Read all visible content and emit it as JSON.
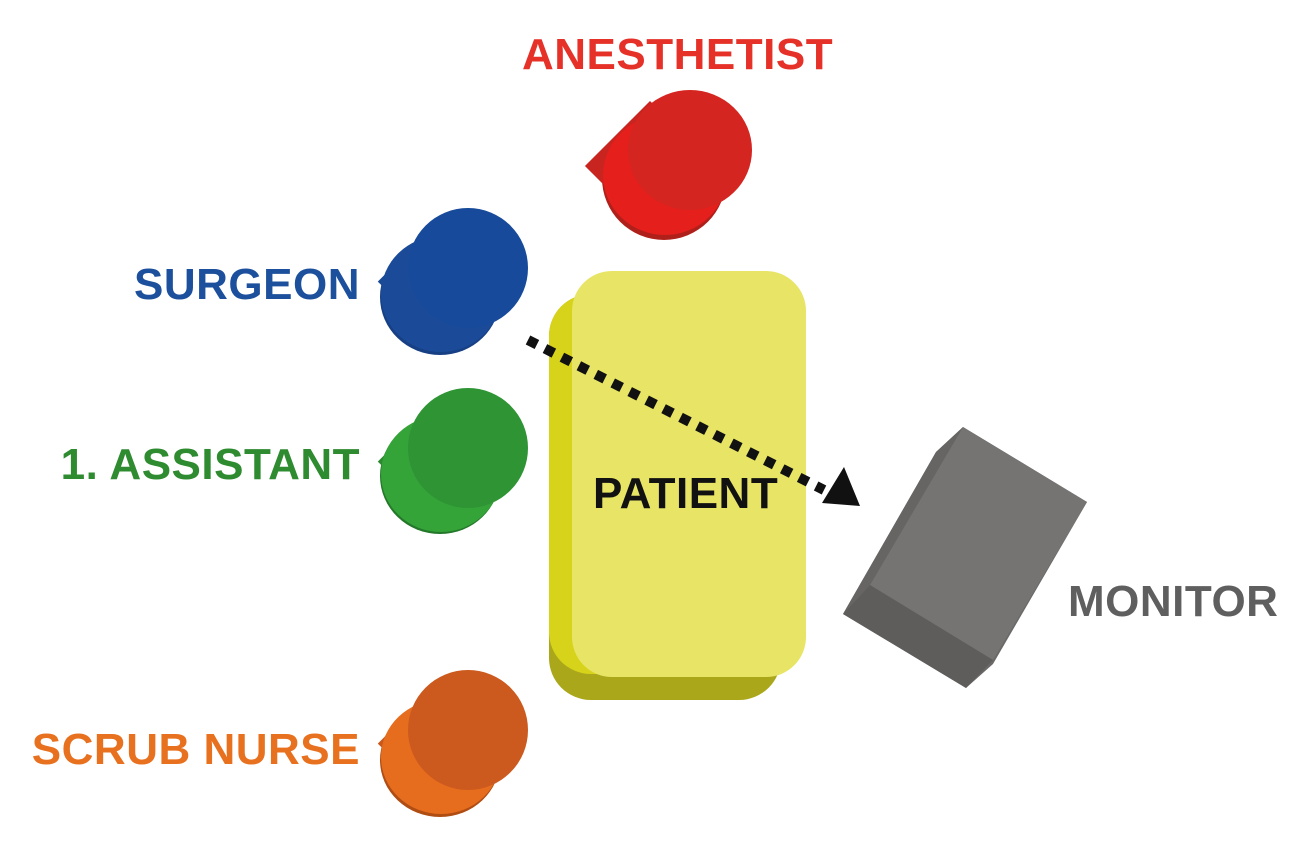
{
  "diagram": {
    "roles": {
      "anesthetist": {
        "label": "ANESTHETIST",
        "color": "#e53128"
      },
      "surgeon": {
        "label": "SURGEON",
        "color": "#1c4f9c"
      },
      "assistant": {
        "label": "1. ASSISTANT",
        "color": "#2e8b30"
      },
      "scrub_nurse": {
        "label": "SCRUB NURSE",
        "color": "#e8711f"
      }
    },
    "patient": {
      "label": "PATIENT",
      "color": "#e8e566",
      "side_color": "#d6d118"
    },
    "monitor": {
      "label": "MONITOR",
      "color": "#737271",
      "text_color": "#5f5f5f"
    },
    "arrow": {
      "from": "surgeon",
      "to": "monitor",
      "style": "dotted",
      "color": "#111111"
    }
  }
}
